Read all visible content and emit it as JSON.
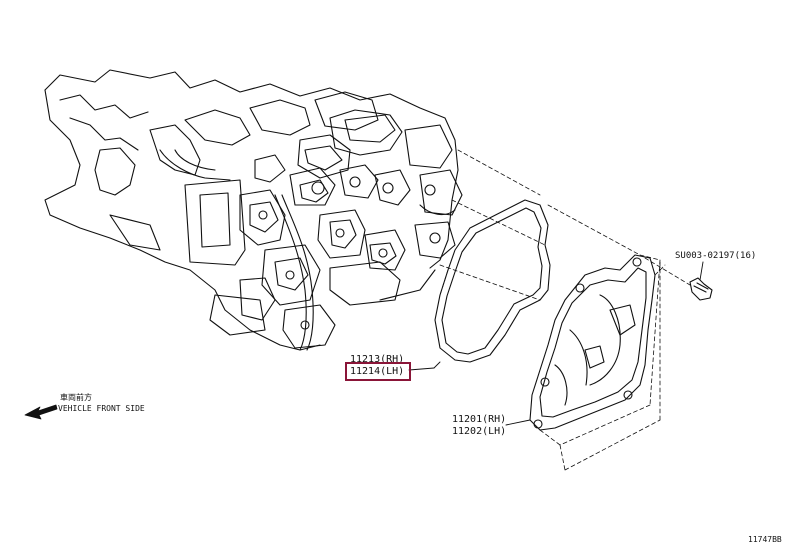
{
  "labels": {
    "p11213": "11213(RH)",
    "p11214": "11214(LH)",
    "p11201": "11201(RH)",
    "p11202": "11202(LH)",
    "bolt": "SU003-02197(16)",
    "front_jp": "車両前方",
    "front_en": "VEHICLE FRONT SIDE",
    "code": "11747BB"
  },
  "highlight_color": "#8a1538"
}
